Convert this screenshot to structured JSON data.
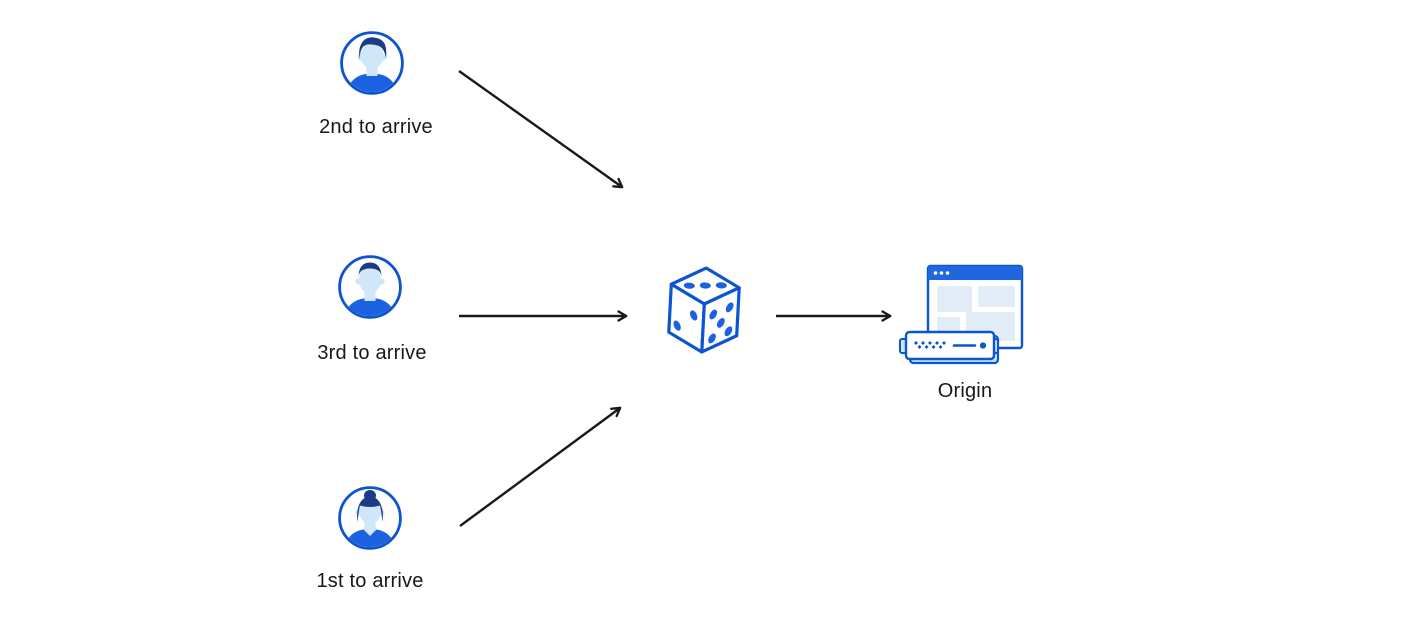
{
  "diagram": {
    "title": "load-balancing random steering diagram",
    "palette": {
      "outline_blue": "#0c54d0",
      "bright_blue": "#1a62df",
      "titlebar_blue": "#1f66e0",
      "navy": "#1b3c85",
      "face_light_blue": "#cfe7f8",
      "panel_light_blue": "#e2edf8",
      "tray_light_blue": "#cfe6f8",
      "arrow_black": "#1a1a1a",
      "text_black": "#17181a",
      "background": "#ffffff"
    },
    "nodes": [
      {
        "id": "visitor-2nd",
        "type": "visitor",
        "label": "2nd to arrive",
        "icon": "man-swoop-hair-avatar-icon"
      },
      {
        "id": "visitor-3rd",
        "type": "visitor",
        "label": "3rd to arrive",
        "icon": "man-flat-hair-avatar-icon"
      },
      {
        "id": "visitor-1st",
        "type": "visitor",
        "label": "1st to arrive",
        "icon": "woman-bun-hair-avatar-icon"
      },
      {
        "id": "randomizer",
        "type": "random-selector",
        "label": "",
        "icon": "dice-icon"
      },
      {
        "id": "origin",
        "type": "origin-server",
        "label": "Origin",
        "icon": "origin-server-browser-icon"
      }
    ],
    "edges": [
      {
        "from": "visitor-2nd",
        "to": "randomizer"
      },
      {
        "from": "visitor-3rd",
        "to": "randomizer"
      },
      {
        "from": "visitor-1st",
        "to": "randomizer"
      },
      {
        "from": "randomizer",
        "to": "origin"
      }
    ]
  }
}
